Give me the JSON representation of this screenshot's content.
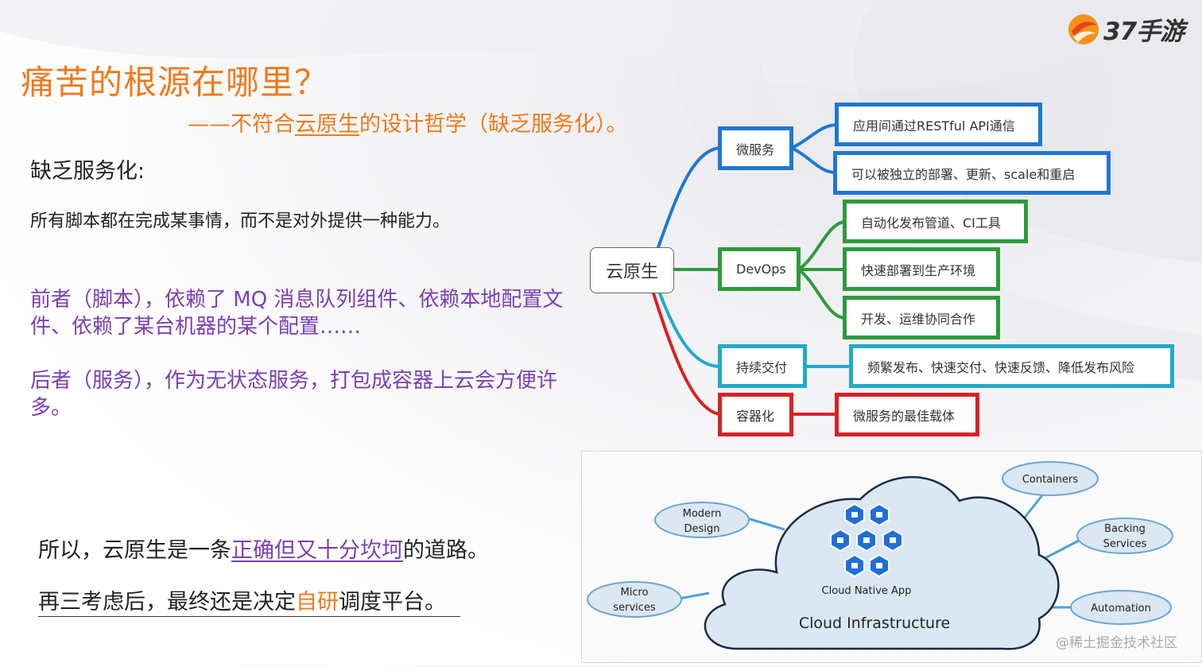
{
  "logo": {
    "brand_text": "37手游"
  },
  "title": "痛苦的根源在哪里？",
  "subtitle": {
    "prefix": "——不符合",
    "underlined": "云原生",
    "suffix": "的设计哲学（缺乏服务化）。"
  },
  "lack_heading": "缺乏服务化:",
  "script_desc": "所有脚本都在完成某事情，而不是对外提供一种能力。",
  "former_text": "前者（脚本），依赖了 MQ 消息队列组件、依赖本地配置文件、依赖了某台机器的某个配置……",
  "latter_text": "后者（服务），作为无状态服务，打包成容器上云会方便许多。",
  "conclusion1": {
    "prefix": "所以，云原生是一条",
    "emphasis": "正确但又十分坎坷",
    "suffix": "的道路。"
  },
  "conclusion2": {
    "prefix": "再三考虑后，最终还是决定",
    "emphasis": "自研",
    "suffix": "调度平台。"
  },
  "mindmap": {
    "root": "云原生",
    "branches": [
      {
        "label": "微服务",
        "color": "#1f78d1",
        "leaves": [
          "应用间通过RESTful API通信",
          "可以被独立的部署、更新、scale和重启"
        ]
      },
      {
        "label": "DevOps",
        "color": "#2e9a3c",
        "leaves": [
          "自动化发布管道、CI工具",
          "快速部署到生产环境",
          "开发、运维协同合作"
        ]
      },
      {
        "label": "持续交付",
        "color": "#22aacc",
        "leaves": [
          "频繁发布、快速交付、快速反馈、降低发布风险"
        ]
      },
      {
        "label": "容器化",
        "color": "#d92127",
        "leaves": [
          "微服务的最佳载体"
        ]
      }
    ]
  },
  "cloud_diagram": {
    "center_label": "Cloud Native App",
    "bottom_label": "Cloud Infrastructure",
    "satellites": {
      "modern_design": [
        "Modern",
        "Design"
      ],
      "micro_services": [
        "Micro",
        "services"
      ],
      "containers": [
        "Containers"
      ],
      "backing_services": [
        "Backing",
        "Services"
      ],
      "automation": [
        "Automation"
      ]
    },
    "cloud_color": "#dbe7f3",
    "hex_color": "#1f6fd6"
  },
  "watermark": "@稀土掘金技术社区"
}
